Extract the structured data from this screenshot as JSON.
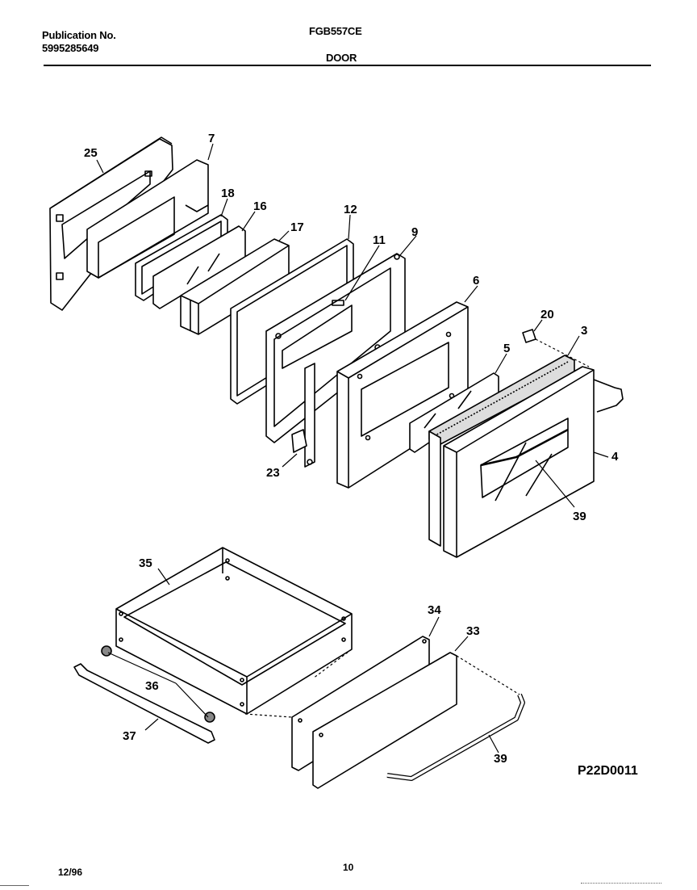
{
  "header": {
    "publication_label": "Publication No.",
    "publication_number": "5995285649",
    "model": "FGB557CE",
    "section": "DOOR"
  },
  "callouts": {
    "c25": "25",
    "c7": "7",
    "c18": "18",
    "c16": "16",
    "c17": "17",
    "c12": "12",
    "c11": "11",
    "c9": "9",
    "c6": "6",
    "c20": "20",
    "c3": "3",
    "c5": "5",
    "c4": "4",
    "c39a": "39",
    "c23": "23",
    "c35": "35",
    "c34": "34",
    "c33": "33",
    "c36": "36",
    "c37": "37",
    "c39b": "39"
  },
  "footer": {
    "diagram_code": "P22D0011",
    "date": "12/96",
    "page": "10"
  }
}
